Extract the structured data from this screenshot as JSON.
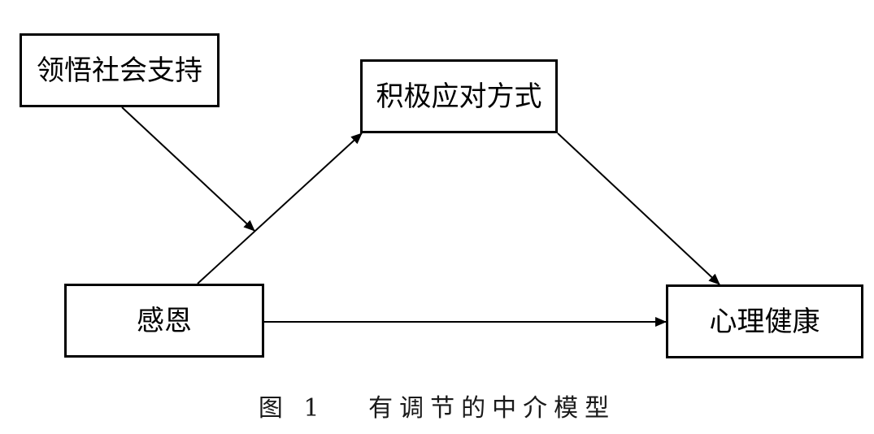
{
  "diagram": {
    "nodes": {
      "support": {
        "label": "领悟社会支持"
      },
      "coping": {
        "label": "积极应对方式"
      },
      "gratitude": {
        "label": "感恩"
      },
      "health": {
        "label": "心理健康"
      }
    },
    "edges": [
      {
        "from": "gratitude",
        "to": "coping"
      },
      {
        "from": "coping",
        "to": "health"
      },
      {
        "from": "gratitude",
        "to": "health"
      },
      {
        "from": "support",
        "to": "gratitude-coping-path"
      }
    ],
    "caption": "图 1   有调节的中介模型",
    "colors": {
      "stroke": "#000000",
      "background": "#ffffff"
    }
  }
}
